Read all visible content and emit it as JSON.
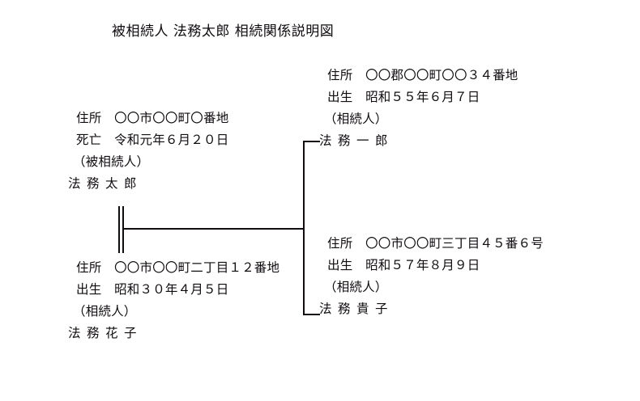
{
  "document": {
    "title": "被相続人 法務太郎 相続関係説明図",
    "text_color": "#100c10",
    "background_color": "#ffffff",
    "line_color": "#100c10"
  },
  "persons": {
    "decedent": {
      "address_label": "住所",
      "address": "住所　〇〇市〇〇町〇番地",
      "date_label": "死亡",
      "date": "死亡　令和元年６月２０日",
      "relation": "（被相続人）",
      "name": "法務太郎"
    },
    "spouse": {
      "address_label": "住所",
      "address": "住所　〇〇市〇〇町二丁目１２番地",
      "date_label": "出生",
      "date": "出生　昭和３０年４月５日",
      "relation": "（相続人）",
      "name": "法務花子"
    },
    "child_first": {
      "address_label": "住所",
      "address": "住所　〇〇郡〇〇町〇〇３４番地",
      "date_label": "出生",
      "date": "出生　昭和５５年６月７日",
      "relation": "（相続人）",
      "name": "法務一郎"
    },
    "child_second": {
      "address_label": "住所",
      "address": "住所　〇〇市〇〇町三丁目４５番６号",
      "date_label": "出生",
      "date": "出生　昭和５７年８月９日",
      "relation": "（相続人）",
      "name": "法務貴子"
    }
  },
  "connectors": {
    "marriage_symbol": "double-vertical-line",
    "descent_line": "horizontal-to-trunk",
    "child_trunk": "vertical-bracket",
    "child_stub_top": "horizontal-stub",
    "child_stub_bottom": "horizontal-stub"
  }
}
